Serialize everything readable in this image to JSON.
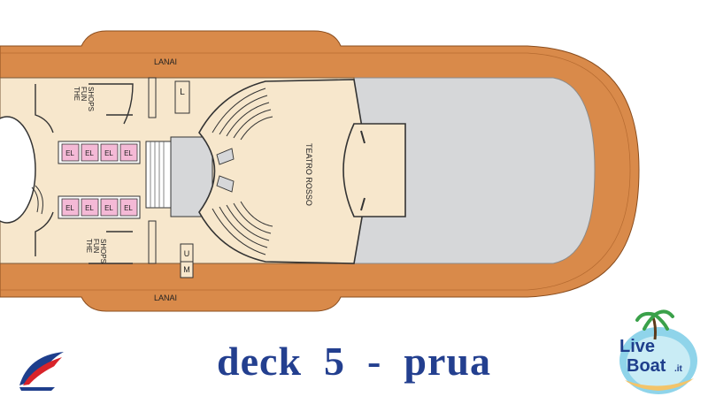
{
  "deck": {
    "lanai_top": "LANAI",
    "lanai_bottom": "LANAI",
    "fun_shops_top": [
      "THE",
      "FUN",
      "SHOPS"
    ],
    "fun_shops_bottom": [
      "THE",
      "FUN",
      "SHOPS"
    ],
    "theatre": "TEATRO ROSSO",
    "elevator": "EL",
    "lift_label": "L",
    "restroom_u": "U",
    "restroom_m": "M"
  },
  "caption": "deck  5  -  prua",
  "logos": {
    "liveboat_live": "Live",
    "liveboat_boat": "Boat",
    "liveboat_tld": ".it"
  },
  "colors": {
    "wood": "#d98a4a",
    "interior": "#f7e7cc",
    "deck_gray": "#d6d7d9",
    "elevator_pink": "#f4b9d6",
    "caption_blue": "#233f8f",
    "carnival_red": "#d8232a",
    "carnival_blue": "#1e3e8c"
  }
}
